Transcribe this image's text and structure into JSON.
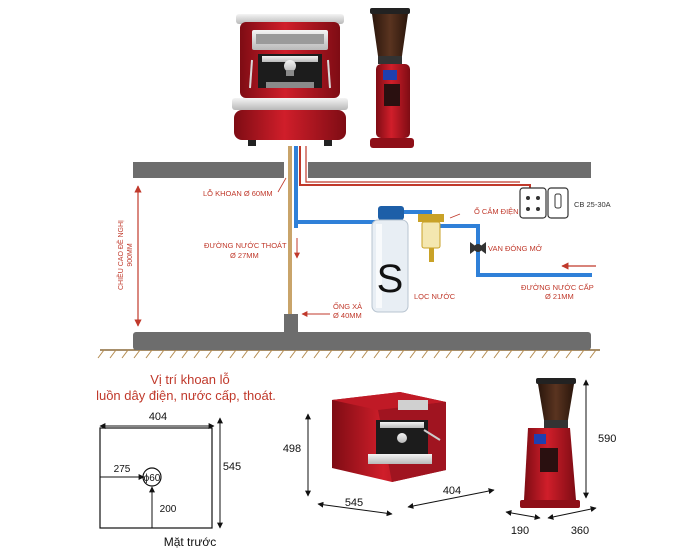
{
  "labels": {
    "hole": "LỖ KHOAN Ø 60MM",
    "socket": "Ổ CẮM ĐIỆN",
    "breaker": "CB 25-30A",
    "drain_line": "ĐƯỜNG NƯỚC THOÁT",
    "drain_line_size": "Ø 27MM",
    "valve": "VAN ĐÓNG MỞ",
    "counter_height": "CHIỀU CAO ĐỀ NGHỊ",
    "counter_height_value": "900MM",
    "filter_letter": "S",
    "filter": "LỌC NƯỚC",
    "supply_line": "ĐƯỜNG NƯỚC CẤP",
    "supply_line_size": "Ø 21MM",
    "drain_pipe": "ỐNG XẢ",
    "drain_pipe_size": "Ø 40MM"
  },
  "plan": {
    "title_line1": "Vị trí khoan lỗ",
    "title_line2": "luồn dây điện, nước cấp, thoát.",
    "width": "404",
    "height": "545",
    "hole_x": "275",
    "hole_y": "200",
    "hole_d": "ϕ60",
    "caption": "Mặt trước"
  },
  "machine_dims": {
    "height": "498",
    "width": "545",
    "depth": "404"
  },
  "grinder_dims": {
    "height": "590",
    "width": "190",
    "depth": "360"
  },
  "colors": {
    "counter": "#6d6d6d",
    "supply_pipe": "#2f80d8",
    "power_cable": "#c0392b",
    "drain_pipe": "#c9a46a",
    "dimension_red": "#c0392b",
    "machine_red": "#b3121d"
  }
}
